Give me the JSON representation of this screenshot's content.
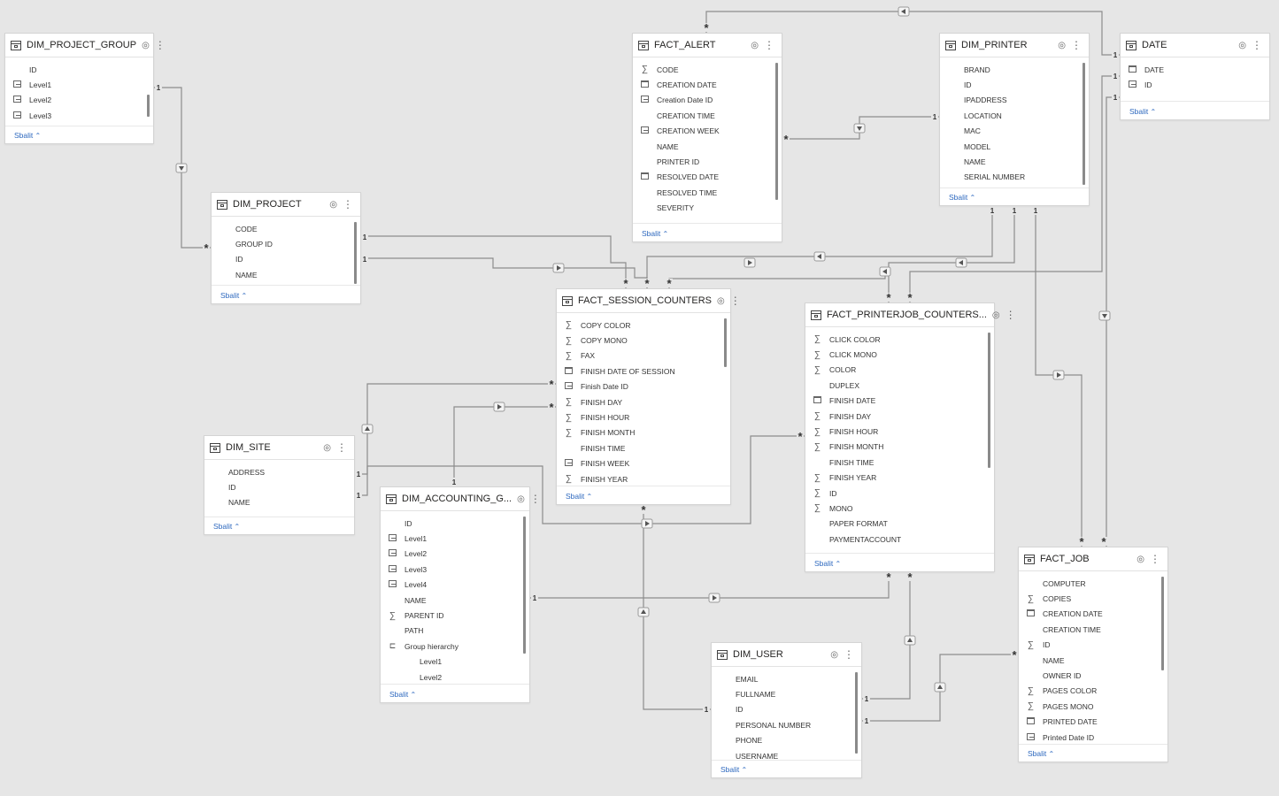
{
  "colors": {
    "background": "#e6e6e6",
    "card": "#ffffff",
    "line": "#8c8c8c",
    "link": "#2e69bf"
  },
  "collapse_label": "Sbalit",
  "tables": [
    {
      "id": "dim_project_group",
      "title": "DIM_PROJECT_GROUP",
      "fields": [
        {
          "name": "ID",
          "icon": ""
        },
        {
          "name": "Level1",
          "icon": "hier"
        },
        {
          "name": "Level2",
          "icon": "hier"
        },
        {
          "name": "Level3",
          "icon": "hier"
        }
      ]
    },
    {
      "id": "dim_project",
      "title": "DIM_PROJECT",
      "fields": [
        {
          "name": "CODE",
          "icon": ""
        },
        {
          "name": "GROUP ID",
          "icon": ""
        },
        {
          "name": "ID",
          "icon": ""
        },
        {
          "name": "NAME",
          "icon": ""
        }
      ]
    },
    {
      "id": "fact_alert",
      "title": "FACT_ALERT",
      "fields": [
        {
          "name": "CODE",
          "icon": "sum"
        },
        {
          "name": "CREATION DATE",
          "icon": "cal"
        },
        {
          "name": "Creation Date ID",
          "icon": "hier"
        },
        {
          "name": "CREATION TIME",
          "icon": ""
        },
        {
          "name": "CREATION WEEK",
          "icon": "hier"
        },
        {
          "name": "NAME",
          "icon": ""
        },
        {
          "name": "PRINTER ID",
          "icon": ""
        },
        {
          "name": "RESOLVED DATE",
          "icon": "cal"
        },
        {
          "name": "RESOLVED TIME",
          "icon": ""
        },
        {
          "name": "SEVERITY",
          "icon": ""
        }
      ]
    },
    {
      "id": "dim_printer",
      "title": "DIM_PRINTER",
      "fields": [
        {
          "name": "BRAND",
          "icon": ""
        },
        {
          "name": "ID",
          "icon": ""
        },
        {
          "name": "IPADDRESS",
          "icon": ""
        },
        {
          "name": "LOCATION",
          "icon": ""
        },
        {
          "name": "MAC",
          "icon": ""
        },
        {
          "name": "MODEL",
          "icon": ""
        },
        {
          "name": "NAME",
          "icon": ""
        },
        {
          "name": "SERIAL NUMBER",
          "icon": ""
        }
      ]
    },
    {
      "id": "date",
      "title": "DATE",
      "fields": [
        {
          "name": "DATE",
          "icon": "cal"
        },
        {
          "name": "ID",
          "icon": "hier"
        }
      ]
    },
    {
      "id": "fact_session_counters",
      "title": "FACT_SESSION_COUNTERS",
      "fields": [
        {
          "name": "COPY COLOR",
          "icon": "sum"
        },
        {
          "name": "COPY MONO",
          "icon": "sum"
        },
        {
          "name": "FAX",
          "icon": "sum"
        },
        {
          "name": "FINISH DATE OF SESSION",
          "icon": "cal"
        },
        {
          "name": "Finish Date ID",
          "icon": "hier"
        },
        {
          "name": "FINISH DAY",
          "icon": "sum"
        },
        {
          "name": "FINISH HOUR",
          "icon": "sum"
        },
        {
          "name": "FINISH MONTH",
          "icon": "sum"
        },
        {
          "name": "FINISH TIME",
          "icon": ""
        },
        {
          "name": "FINISH WEEK",
          "icon": "hier"
        },
        {
          "name": "FINISH YEAR",
          "icon": "sum"
        }
      ]
    },
    {
      "id": "fact_printerjob_counters",
      "title": "FACT_PRINTERJOB_COUNTERS...",
      "fields": [
        {
          "name": "CLICK COLOR",
          "icon": "sum"
        },
        {
          "name": "CLICK MONO",
          "icon": "sum"
        },
        {
          "name": "COLOR",
          "icon": "sum"
        },
        {
          "name": "DUPLEX",
          "icon": ""
        },
        {
          "name": "FINISH DATE",
          "icon": "cal"
        },
        {
          "name": "FINISH DAY",
          "icon": "sum"
        },
        {
          "name": "FINISH HOUR",
          "icon": "sum"
        },
        {
          "name": "FINISH MONTH",
          "icon": "sum"
        },
        {
          "name": "FINISH TIME",
          "icon": ""
        },
        {
          "name": "FINISH YEAR",
          "icon": "sum"
        },
        {
          "name": "ID",
          "icon": "sum"
        },
        {
          "name": "MONO",
          "icon": "sum"
        },
        {
          "name": "PAPER FORMAT",
          "icon": ""
        },
        {
          "name": "PAYMENTACCOUNT",
          "icon": ""
        }
      ]
    },
    {
      "id": "dim_site",
      "title": "DIM_SITE",
      "fields": [
        {
          "name": "ADDRESS",
          "icon": ""
        },
        {
          "name": "ID",
          "icon": ""
        },
        {
          "name": "NAME",
          "icon": ""
        }
      ]
    },
    {
      "id": "dim_accounting_group",
      "title": "DIM_ACCOUNTING_G...",
      "fields": [
        {
          "name": "ID",
          "icon": ""
        },
        {
          "name": "Level1",
          "icon": "hier"
        },
        {
          "name": "Level2",
          "icon": "hier"
        },
        {
          "name": "Level3",
          "icon": "hier"
        },
        {
          "name": "Level4",
          "icon": "hier"
        },
        {
          "name": "NAME",
          "icon": ""
        },
        {
          "name": "PARENT ID",
          "icon": "sum"
        },
        {
          "name": "PATH",
          "icon": ""
        },
        {
          "name": "Group hierarchy",
          "icon": "grp"
        },
        {
          "name": "Level1",
          "icon": "",
          "sub": true
        },
        {
          "name": "Level2",
          "icon": "",
          "sub": true
        }
      ]
    },
    {
      "id": "dim_user",
      "title": "DIM_USER",
      "fields": [
        {
          "name": "EMAIL",
          "icon": ""
        },
        {
          "name": "FULLNAME",
          "icon": ""
        },
        {
          "name": "ID",
          "icon": ""
        },
        {
          "name": "PERSONAL NUMBER",
          "icon": ""
        },
        {
          "name": "PHONE",
          "icon": ""
        },
        {
          "name": "USERNAME",
          "icon": ""
        }
      ]
    },
    {
      "id": "fact_job",
      "title": "FACT_JOB",
      "fields": [
        {
          "name": "COMPUTER",
          "icon": ""
        },
        {
          "name": "COPIES",
          "icon": "sum"
        },
        {
          "name": "CREATION DATE",
          "icon": "cal"
        },
        {
          "name": "CREATION TIME",
          "icon": ""
        },
        {
          "name": "ID",
          "icon": "sum"
        },
        {
          "name": "NAME",
          "icon": ""
        },
        {
          "name": "OWNER ID",
          "icon": ""
        },
        {
          "name": "PAGES COLOR",
          "icon": "sum"
        },
        {
          "name": "PAGES MONO",
          "icon": "sum"
        },
        {
          "name": "PRINTED DATE",
          "icon": "cal"
        },
        {
          "name": "Printed Date ID",
          "icon": "hier"
        }
      ]
    }
  ]
}
